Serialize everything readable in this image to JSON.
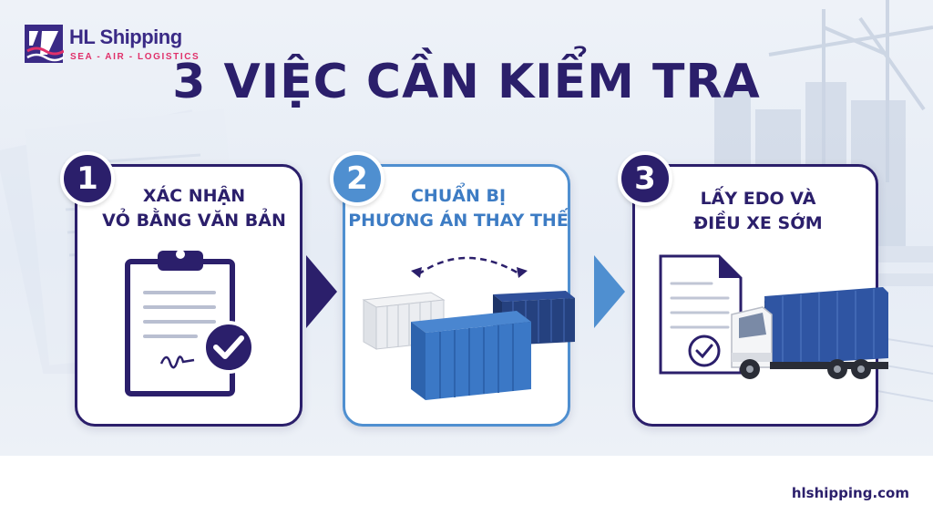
{
  "brand": {
    "name": "HL Shipping",
    "tagline": "SEA - AIR - LOGISTICS",
    "website": "hlshipping.com",
    "colors": {
      "primary": "#2b1f6b",
      "accent": "#4f8fd0",
      "tagline": "#e0306a"
    }
  },
  "title": "3 VIỆC CẦN KIỂM TRA",
  "steps": [
    {
      "number": "1",
      "line1": "XÁC  NHẬN",
      "line2": "VỎ BẰNG VĂN BẢN",
      "icon": "clipboard-check-icon"
    },
    {
      "number": "2",
      "line1": "CHUẨN BỊ",
      "line2": "PHƯƠNG ÁN THAY THẾ",
      "icon": "container-swap-icon"
    },
    {
      "number": "3",
      "line1": "LẤY EDO VÀ",
      "line2": "ĐIỀU XE SỚM",
      "icon": "document-truck-icon"
    }
  ]
}
